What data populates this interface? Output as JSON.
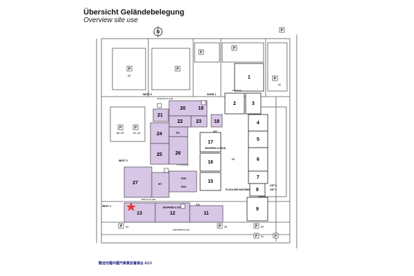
{
  "header": {
    "title": "Übersicht Geländebelegung",
    "subtitle": "Overview site use"
  },
  "footer": {
    "text": "歡迎光臨中國汽車貿促會展台 A3.5"
  },
  "colors": {
    "hall_highlight": "#d8c6e6",
    "hall_plain": "#ffffff",
    "road_line": "#555555",
    "marker": "#e53935"
  },
  "icons": {
    "compass": "north-arrow-icon",
    "parking": "parking-icon",
    "info": "info-icon",
    "entrance": "entrance-icon",
    "stand": "star-marker-icon"
  },
  "compass_label": "N",
  "halls_highlight": [
    {
      "label": "20"
    },
    {
      "label": "19"
    },
    {
      "label": "21"
    },
    {
      "label": "22"
    },
    {
      "label": "23"
    },
    {
      "label": "18"
    },
    {
      "label": "24"
    },
    {
      "label": "25"
    },
    {
      "label": "26"
    },
    {
      "label": "27"
    },
    {
      "label": "13"
    },
    {
      "label": "12"
    },
    {
      "label": "11"
    },
    {
      "label": "PC"
    },
    {
      "label": "P35"
    },
    {
      "label": "P33"
    },
    {
      "label": "HT"
    }
  ],
  "halls_plain": [
    {
      "label": "1"
    },
    {
      "label": "2"
    },
    {
      "label": "3"
    },
    {
      "label": "4"
    },
    {
      "label": "5"
    },
    {
      "label": "6"
    },
    {
      "label": "7"
    },
    {
      "label": "8"
    },
    {
      "label": "9"
    },
    {
      "label": "15"
    },
    {
      "label": "16"
    },
    {
      "label": "17"
    }
  ],
  "parking_labels": [
    "P",
    "P",
    "P",
    "P",
    "P",
    "P",
    "P",
    "P",
    "P",
    "P",
    "P",
    "P",
    "P"
  ],
  "parking_numbers": [
    "45",
    "36–39",
    "40–44",
    "34",
    "33",
    "32",
    "31",
    "42"
  ],
  "gate_labels": [
    "WEST 3",
    "WEST 2",
    "WEST 1",
    "OST 2",
    "OST 1",
    "NORD 1"
  ],
  "building_labels": [
    "SHOPPING & FOOD",
    "SHOPPING & FOOD",
    "PLAZA DER NATIONEN",
    "CC",
    "P37",
    "P11"
  ],
  "streets": [
    "EUROPA-ALLEE",
    "STRASSE",
    "5. STRASSE",
    "DEPOT-ALLEE",
    "KREMMERALLEE"
  ]
}
